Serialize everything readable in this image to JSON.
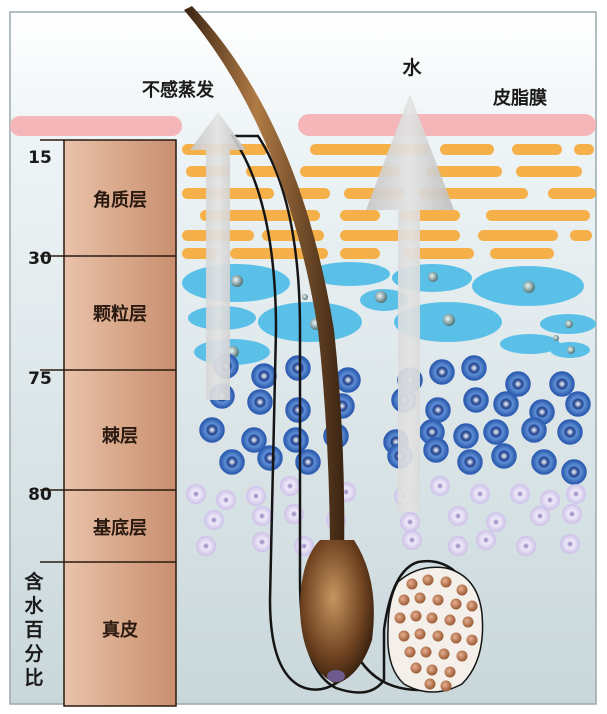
{
  "labels": {
    "insensible_evaporation": "不感蒸发",
    "water": "水",
    "sebum_film": "皮脂膜"
  },
  "layers": [
    {
      "name": "角质层"
    },
    {
      "name": "颗粒层"
    },
    {
      "name": "棘层"
    },
    {
      "name": "基底层"
    },
    {
      "name": "真皮"
    }
  ],
  "water_percent_ticks": [
    "15",
    "30",
    "75",
    "80"
  ],
  "water_percent_caption": [
    "含",
    "水",
    "百",
    "分",
    "比"
  ],
  "colors": {
    "corneum_bar": "#f5b04a",
    "granular_cell": "#5bc0e8",
    "spinous_cell": "#2f5fb5",
    "basal_cell": "#c9b8e8",
    "sebum_film": "#f4b6b8",
    "hair": "#7a4a22",
    "column": "#d8a98a"
  }
}
